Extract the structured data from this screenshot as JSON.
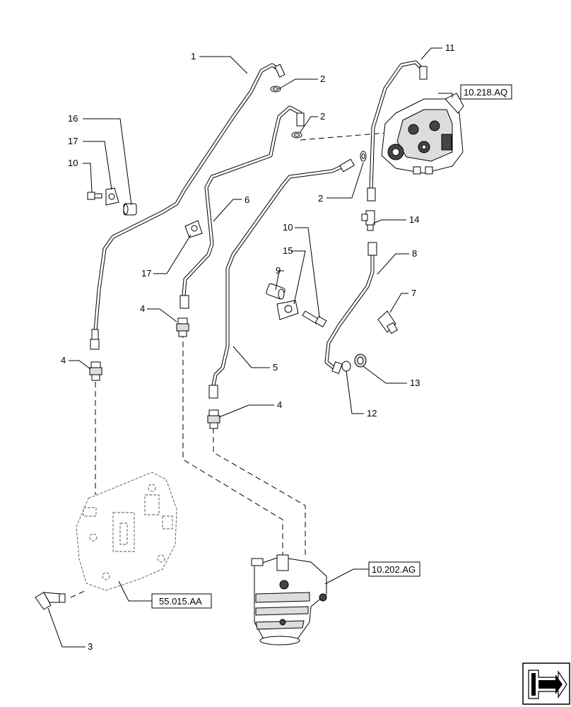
{
  "callouts": {
    "c1": "1",
    "c2a": "2",
    "c2b": "2",
    "c2c": "2",
    "c3": "3",
    "c4a": "4",
    "c4b": "4",
    "c4c": "4",
    "c5": "5",
    "c6": "6",
    "c7": "7",
    "c8": "8",
    "c9": "9",
    "c10a": "10",
    "c10b": "10",
    "c11": "11",
    "c12": "12",
    "c13": "13",
    "c14": "14",
    "c15": "15",
    "c16": "16",
    "c17a": "17",
    "c17b": "17"
  },
  "references": {
    "pump": "10.218.AQ",
    "filter": "10.202.AG",
    "ecu": "55.015.AA"
  },
  "icons": {
    "nav": "next-page-arrow-icon"
  }
}
